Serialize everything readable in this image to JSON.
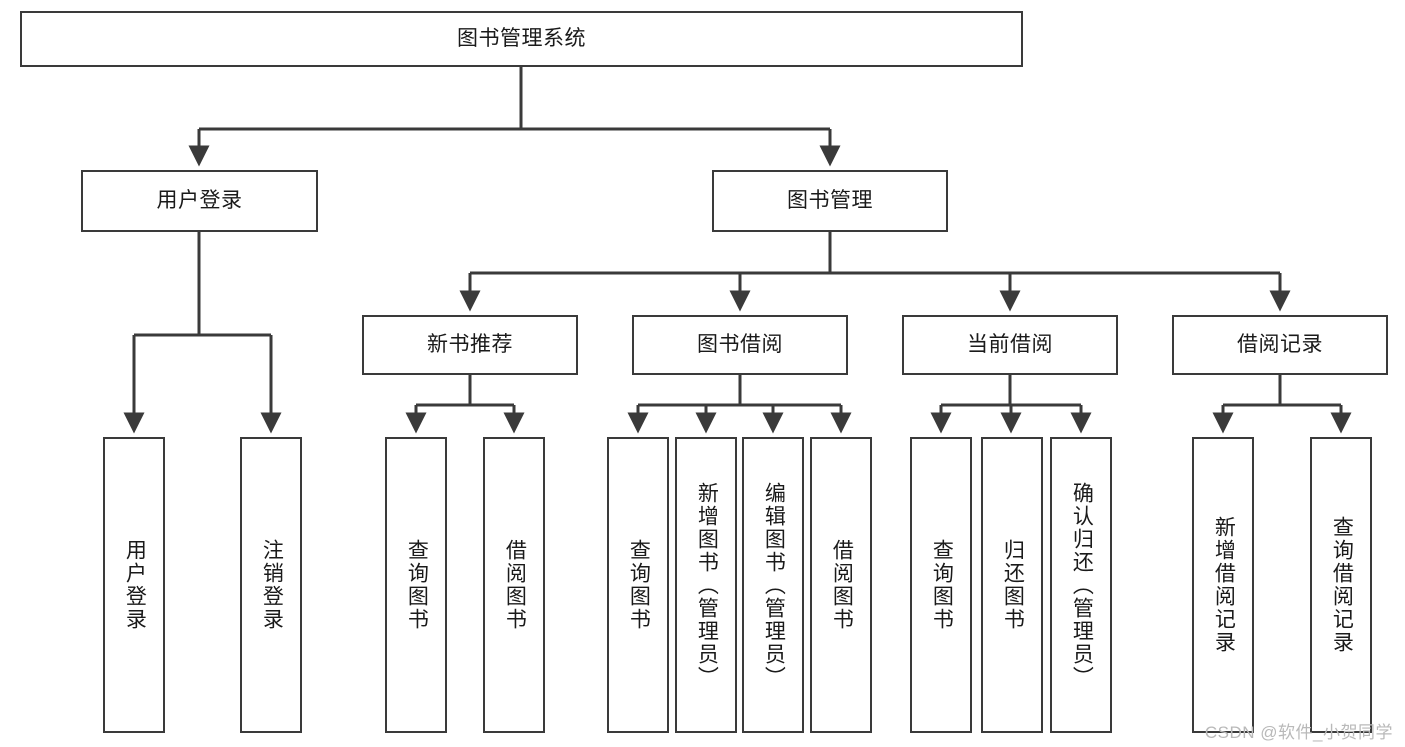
{
  "diagram": {
    "title": "图书管理系统",
    "type": "tree-hierarchy",
    "watermark": "CSDN @软件_小贺同学",
    "colors": {
      "box_border": "#3a3a3a",
      "box_fill": "#ffffff",
      "edge": "#3a3a3a",
      "text": "#1a1a1a",
      "watermark": "#b9b9b9",
      "background": "#ffffff"
    },
    "root": {
      "id": "root",
      "label": "图书管理系统"
    },
    "level1": [
      {
        "id": "user-login",
        "label": "用户登录"
      },
      {
        "id": "book-manage",
        "label": "图书管理"
      }
    ],
    "level2": [
      {
        "id": "new-book-recommend",
        "label": "新书推荐"
      },
      {
        "id": "book-borrow",
        "label": "图书借阅"
      },
      {
        "id": "current-borrow",
        "label": "当前借阅"
      },
      {
        "id": "borrow-record",
        "label": "借阅记录"
      }
    ],
    "leaves": {
      "user_login": [
        {
          "id": "leaf-user-login",
          "label": "用户登录"
        },
        {
          "id": "leaf-logout-login",
          "label": "注销登录"
        }
      ],
      "new_book_recommend": [
        {
          "id": "leaf-query-book-1",
          "label": "查询图书"
        },
        {
          "id": "leaf-borrow-book-1",
          "label": "借阅图书"
        }
      ],
      "book_borrow": [
        {
          "id": "leaf-query-book-2",
          "label": "查询图书"
        },
        {
          "id": "leaf-add-book",
          "label": "新增图书（管理员）"
        },
        {
          "id": "leaf-edit-book",
          "label": "编辑图书（管理员）"
        },
        {
          "id": "leaf-borrow-book-2",
          "label": "借阅图书"
        }
      ],
      "current_borrow": [
        {
          "id": "leaf-query-book-3",
          "label": "查询图书"
        },
        {
          "id": "leaf-return-book",
          "label": "归还图书"
        },
        {
          "id": "leaf-confirm-return",
          "label": "确认归还（管理员）"
        }
      ],
      "borrow_record": [
        {
          "id": "leaf-add-record",
          "label": "新增借阅记录"
        },
        {
          "id": "leaf-query-record",
          "label": "查询借阅记录"
        }
      ]
    }
  }
}
